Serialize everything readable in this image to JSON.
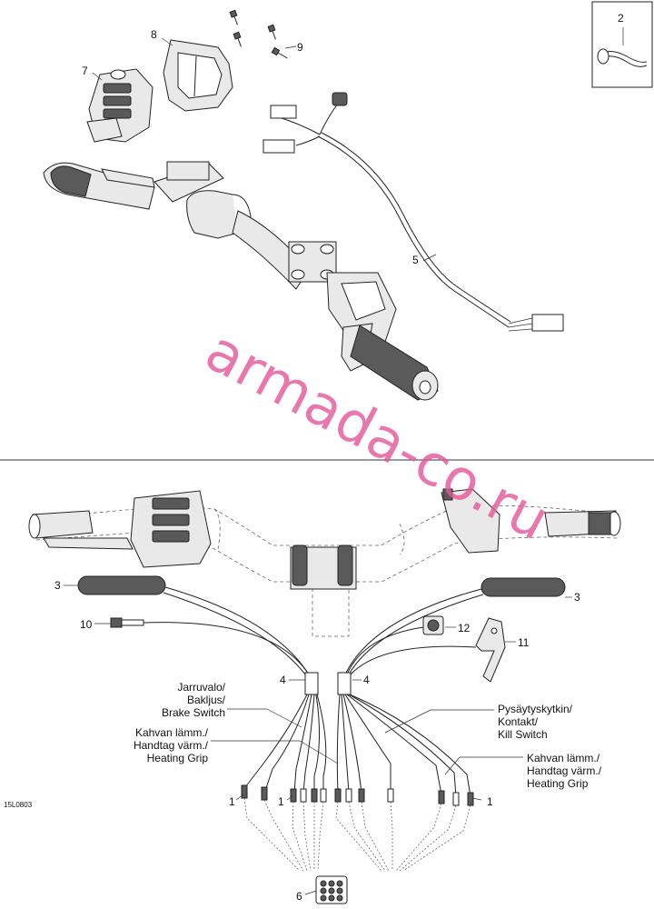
{
  "watermark": "armada-co.ru",
  "figure_code": "15L0803",
  "callouts": {
    "c1a": "1",
    "c1b": "1",
    "c1c": "1",
    "c2": "2",
    "c3a": "3",
    "c3b": "3",
    "c4a": "4",
    "c4b": "4",
    "c5": "5",
    "c6": "6",
    "c7": "7",
    "c8": "8",
    "c9": "9",
    "c10": "10",
    "c11": "11",
    "c12": "12"
  },
  "labels": {
    "brake_switch": [
      "Jarruvalo/",
      "Bakljus/",
      "Brake Switch"
    ],
    "heating_grip_left": [
      "Kahvan lämm./",
      "Handtag värm./",
      "Heating Grip"
    ],
    "kill_switch": [
      "Pysäytyskytkin/",
      "Kontakt/",
      "Kill Switch"
    ],
    "heating_grip_right": [
      "Kahvan lämm./",
      "Handtag värm./",
      "Heating Grip"
    ]
  }
}
